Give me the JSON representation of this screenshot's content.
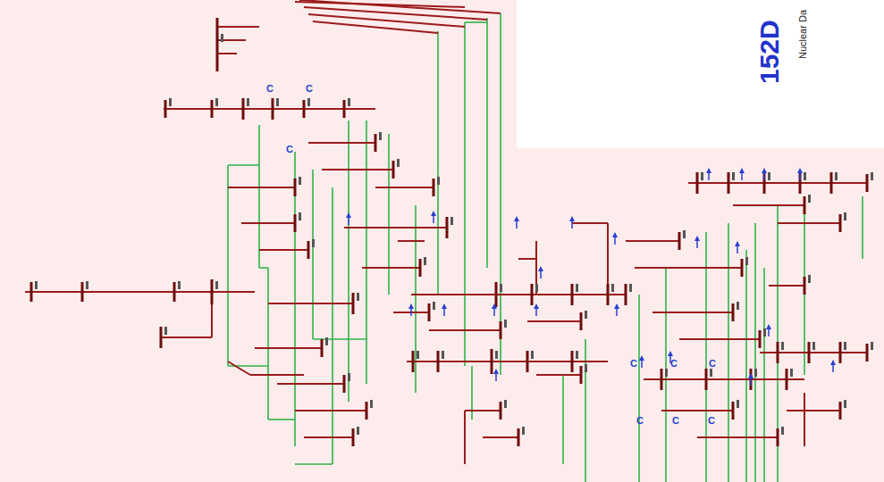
{
  "diagram": {
    "title": "152D",
    "labels": [
      "Nuclear Da",
      "C",
      "C",
      "C",
      "C",
      "C",
      "C",
      "C",
      "C",
      "C"
    ]
  }
}
